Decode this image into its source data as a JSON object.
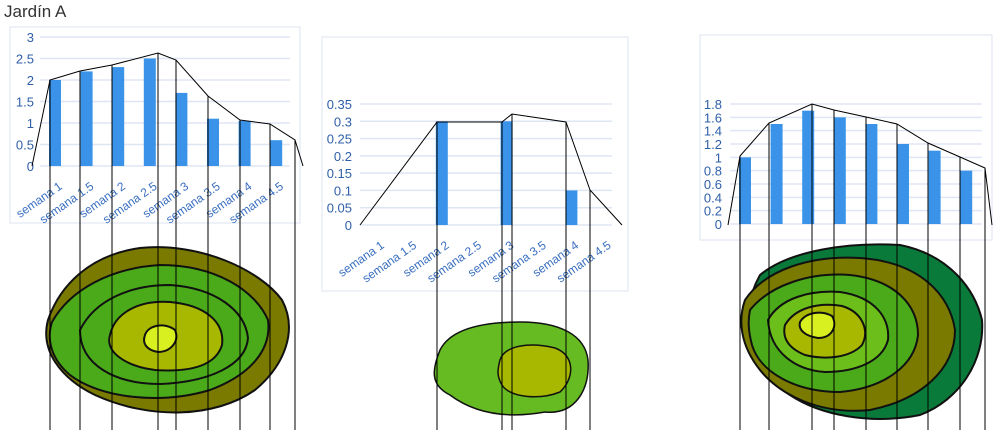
{
  "title": "Jardín A",
  "chart_data": [
    {
      "type": "bar",
      "categories": [
        "semana 1",
        "semana 1.5",
        "semana 2",
        "semana 2.5",
        "semana 3",
        "semana 3.5",
        "semana 4",
        "semana 4.5"
      ],
      "values": [
        2,
        2.2,
        2.3,
        2.5,
        1.7,
        1.1,
        1.05,
        0.6
      ],
      "ylim": [
        0,
        3
      ],
      "yticks": [
        "0",
        "0.5",
        "1",
        "1.5",
        "2",
        "2.5",
        "3"
      ],
      "grid": true
    },
    {
      "type": "bar",
      "categories": [
        "semana 1",
        "semana 1.5",
        "semana 2",
        "semana 2.5",
        "semana 3",
        "semana 3.5",
        "semana 4",
        "semana 4.5"
      ],
      "values": [
        0,
        0,
        0.3,
        0,
        0.3,
        0,
        0.1,
        0
      ],
      "ylim": [
        0,
        0.35
      ],
      "yticks": [
        "0",
        "0.05",
        "0.1",
        "0.15",
        "0.2",
        "0.25",
        "0.3",
        "0.35"
      ],
      "grid": true
    },
    {
      "type": "bar",
      "categories": [],
      "values": [
        1.0,
        1.5,
        1.7,
        1.6,
        1.5,
        1.2,
        1.1,
        0.8
      ],
      "ylim": [
        0,
        1.8
      ],
      "yticks": [
        "0",
        "0.2",
        "0.4",
        "0.6",
        "0.8",
        "1",
        "1.2",
        "1.4",
        "1.6",
        "1.8"
      ],
      "grid": true
    }
  ],
  "colors": {
    "bar": "#3a93e8",
    "grid": "#dfe6f3",
    "olive": "#7a7a00",
    "green": "#4aaa1a",
    "lime": "#a8b800",
    "center": "#d8f020",
    "dark": "#0a7a3a"
  }
}
